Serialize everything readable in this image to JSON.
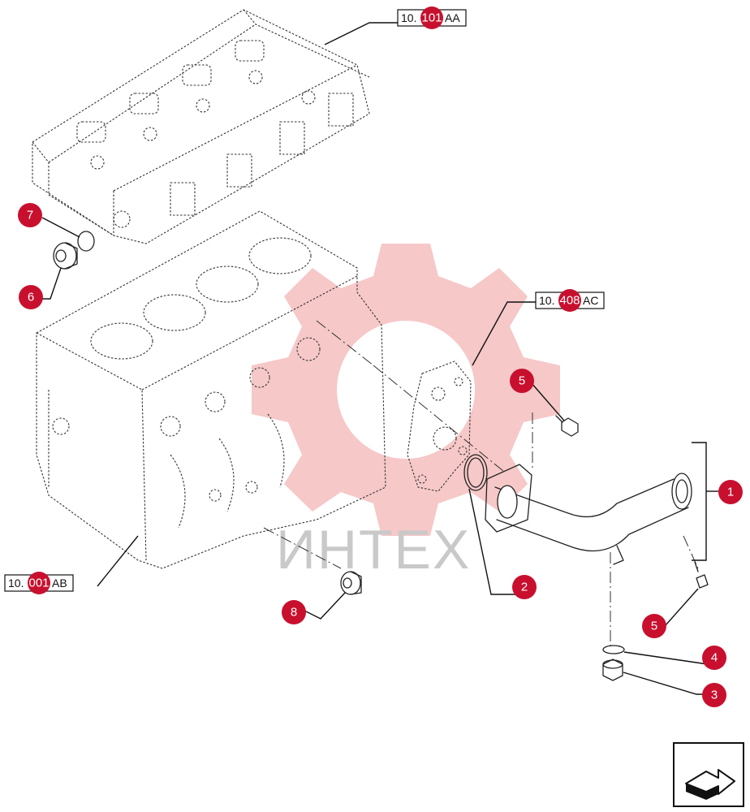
{
  "watermark": {
    "text": "ИНТЕХ",
    "color": "#f3b6b6"
  },
  "colors": {
    "callout": "#c8102e",
    "ink": "#222222"
  },
  "references": [
    {
      "id": "ref-cylinder-head",
      "prefix": "10.",
      "number": "101",
      "suffix": "AA"
    },
    {
      "id": "ref-oil-pump",
      "prefix": "10.",
      "number": "408",
      "suffix": "AC"
    },
    {
      "id": "ref-engine-block",
      "prefix": "10.",
      "number": "001",
      "suffix": "AB"
    }
  ],
  "callouts": [
    "1",
    "2",
    "3",
    "4",
    "5",
    "5",
    "6",
    "7",
    "8"
  ],
  "nav_icon": "next-page-arrow-icon"
}
